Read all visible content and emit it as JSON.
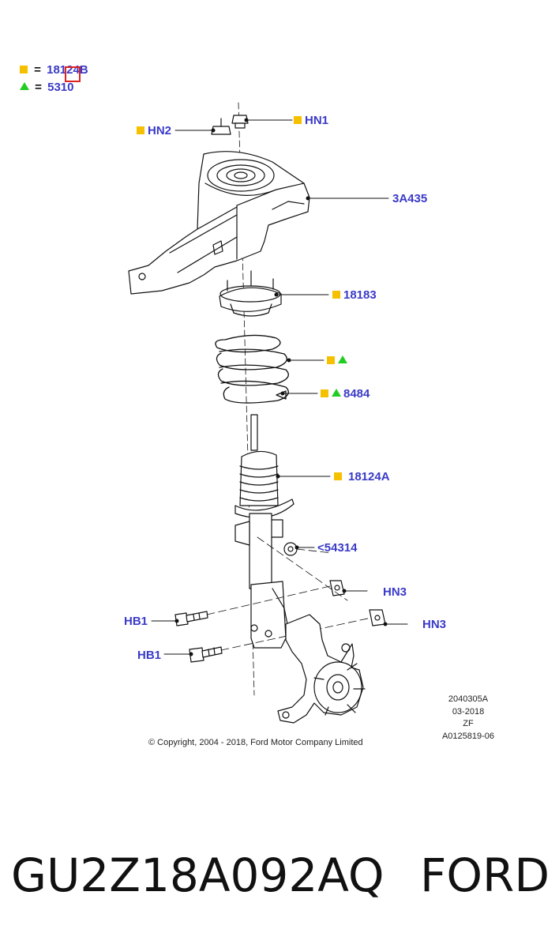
{
  "colors": {
    "label": "#3a3ac8",
    "square_marker": "#f5c000",
    "triangle_marker": "#22cc22",
    "line": "#111111",
    "highlight": "#dd2222"
  },
  "legend": {
    "square": {
      "icon": "yellow-square-icon",
      "equals": "=",
      "part": "18124B"
    },
    "triangle": {
      "icon": "green-triangle-icon",
      "equals": "=",
      "part": "5310"
    }
  },
  "callouts": {
    "hn1": "HN1",
    "hn2": "HN2",
    "mount_bracket": "3A435",
    "upper_mount": "18183",
    "spring_upper": "",
    "spring_lower": "8484",
    "shock_absorber": "18124A",
    "bushing": "<54314",
    "hn3_upper": "HN3",
    "hn3_lower": "HN3",
    "hb1_upper": "HB1",
    "hb1_lower": "HB1"
  },
  "meta": {
    "illustration_id": "2040305A",
    "date": "03-2018",
    "code": "ZF",
    "drawing_number": "A0125819-06"
  },
  "copyright": "© Copyright, 2004 - 2018, Ford Motor Company Limited",
  "part_number": "GU2Z18A092AQ",
  "brand": "FORD"
}
